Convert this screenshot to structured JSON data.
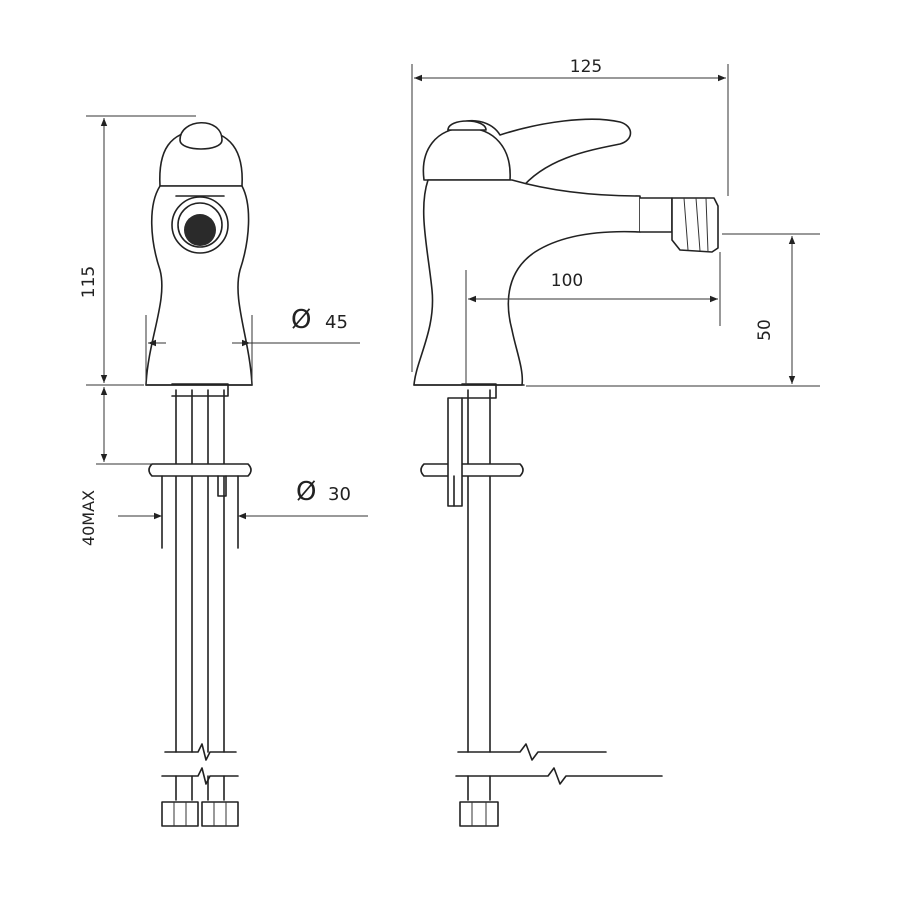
{
  "dimensions": {
    "width_125": "125",
    "height_115": "115",
    "diameter_45": "45",
    "diameter_30": "30",
    "length_100": "100",
    "height_50": "50",
    "max_40": "40MAX",
    "diameter_symbol": "Ø"
  }
}
